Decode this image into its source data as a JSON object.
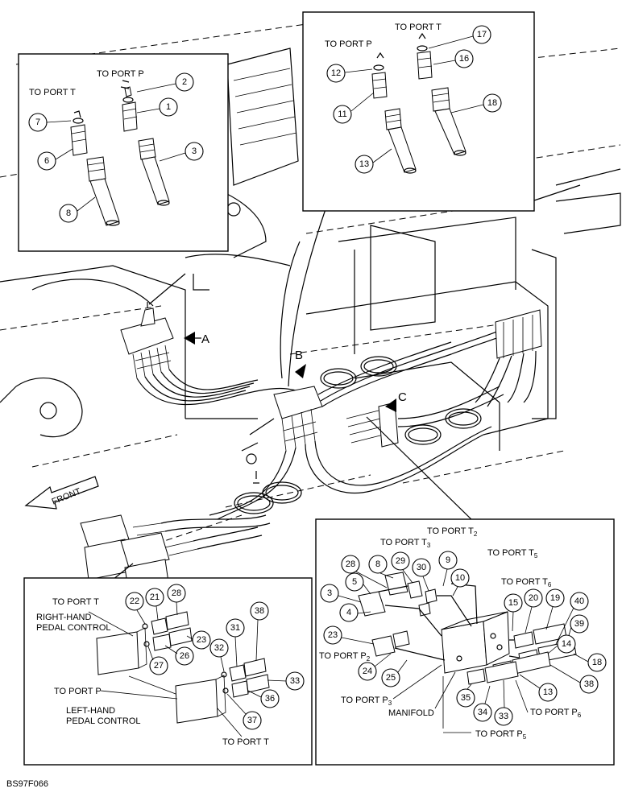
{
  "labels": {
    "top_left_port_p": "TO PORT P",
    "top_left_port_t": "TO PORT T",
    "top_right_port_t": "TO PORT T",
    "top_right_port_p": "TO PORT P",
    "view_a": "A",
    "view_b": "B",
    "view_c": "C",
    "front": "FRONT",
    "right_pedal_1": "RIGHT-HAND",
    "right_pedal_2": "PEDAL CONTROL",
    "left_pedal_1": "LEFT-HAND",
    "left_pedal_2": "PEDAL CONTROL",
    "bl_port_t_top": "TO PORT T",
    "bl_port_p": "TO PORT P",
    "bl_port_t_bottom": "TO PORT T",
    "br_port_t2": "TO PORT T",
    "br_port_t2_sub": "2",
    "br_port_t3": "TO PORT T",
    "br_port_t3_sub": "3",
    "br_port_t5": "TO PORT T",
    "br_port_t5_sub": "5",
    "br_port_t6": "TO PORT T",
    "br_port_t6_sub": "6",
    "br_port_p2": "TO PORT P",
    "br_port_p2_sub": "2",
    "br_port_p3": "TO PORT P",
    "br_port_p3_sub": "3",
    "br_port_p5": "TO PORT P",
    "br_port_p5_sub": "5",
    "br_port_p6": "TO PORT P",
    "br_port_p6_sub": "6",
    "manifold": "MANIFOLD",
    "figure_code": "BS97F066"
  },
  "callouts": {
    "tl": [
      "1",
      "2",
      "3",
      "6",
      "7",
      "8"
    ],
    "tr": [
      "11",
      "12",
      "13",
      "16",
      "17",
      "18"
    ],
    "bl": [
      "22",
      "21",
      "28",
      "23",
      "26",
      "27",
      "31",
      "38",
      "32",
      "33",
      "36",
      "37"
    ],
    "br": [
      "28",
      "8",
      "29",
      "30",
      "9",
      "10",
      "5",
      "3",
      "4",
      "23",
      "24",
      "25",
      "15",
      "20",
      "19",
      "40",
      "39",
      "14",
      "18",
      "13",
      "38",
      "35",
      "34",
      "33"
    ]
  }
}
